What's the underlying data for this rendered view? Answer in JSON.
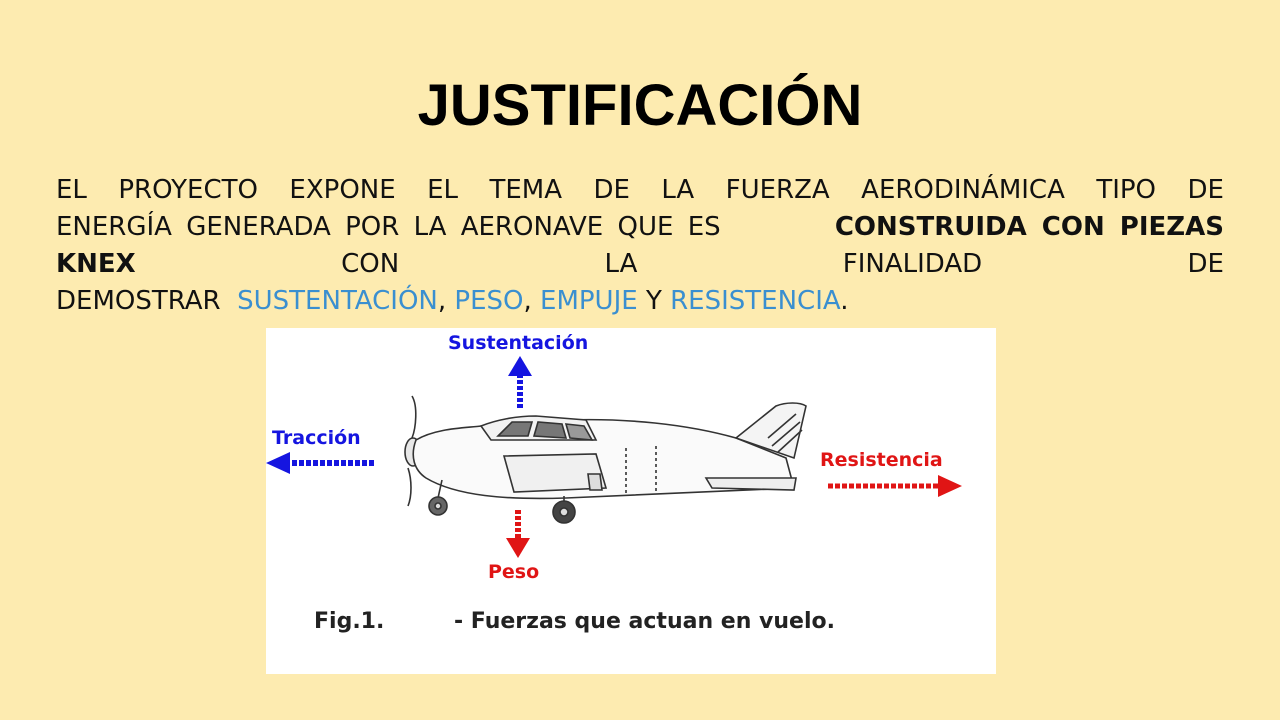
{
  "title": "JUSTIFICACIÓN",
  "paragraph": {
    "line1_words": [
      "EL",
      "PROYECTO",
      "EXPONE",
      "EL",
      "TEMA",
      "DE",
      "LA",
      "FUERZA",
      "AERODINÁMICA",
      "TIPO",
      "DE"
    ],
    "line2_plain": "ENERGÍA GENERADA POR LA AERONAVE QUE ES ",
    "line2_bold": "CONSTRUIDA CON PIEZAS",
    "line3_bold": "KNEX",
    "line3_words": [
      "CON",
      "LA",
      "FINALIDAD",
      "DE"
    ],
    "line4_lead": "DEMOSTRAR",
    "terms": [
      "SUSTENTACIÓN",
      "PESO",
      "EMPUJE",
      "RESISTENCIA"
    ],
    "connector": "Y",
    "comma": ",",
    "period": "."
  },
  "figure": {
    "label_lift": "Sustentación",
    "label_thrust": "Tracción",
    "label_drag": "Resistencia",
    "label_weight": "Peso",
    "caption_prefix": "Fig.1.",
    "caption_text": "- Fuerzas que actuan en vuelo.",
    "colors": {
      "lift": "#1515e0",
      "thrust": "#1515e0",
      "drag": "#e01515",
      "weight": "#e01515",
      "terms": "#3a8fd0"
    }
  }
}
